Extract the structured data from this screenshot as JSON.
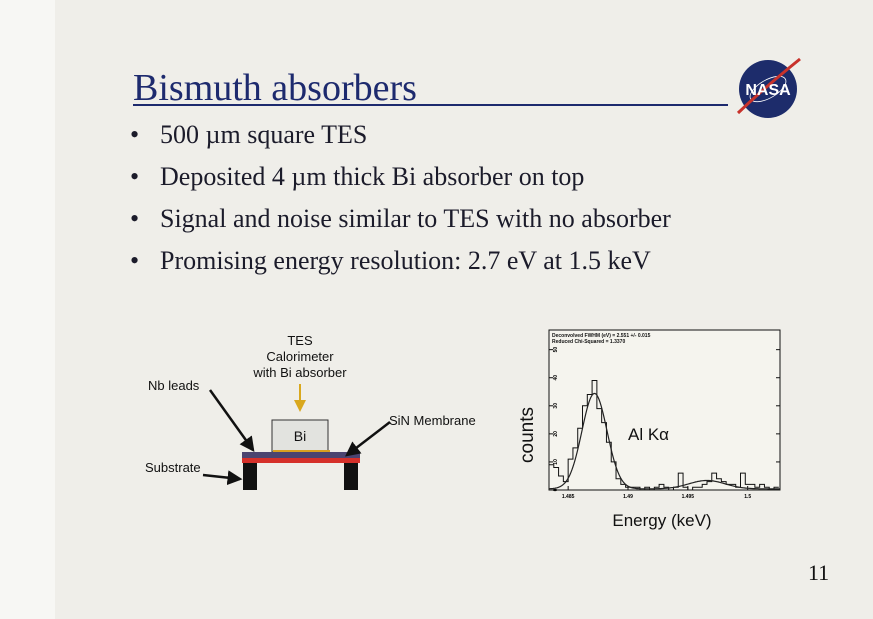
{
  "slide": {
    "title": "Bismuth absorbers",
    "bullets": [
      "500 µm square TES",
      "Deposited 4 µm thick Bi absorber on top",
      "Signal and noise similar to TES with no absorber",
      "Promising energy resolution: 2.7 eV at 1.5 keV"
    ],
    "logo_text": "NASA",
    "page_number": "11"
  },
  "diagram": {
    "top_label_1": "TES",
    "top_label_2": "Calorimeter",
    "top_label_3": "with Bi absorber",
    "nb_leads": "Nb leads",
    "sin_membrane": "SiN Membrane",
    "substrate": "Substrate",
    "absorber": "Bi"
  },
  "chart_data": {
    "type": "bar",
    "title": "",
    "annotation_1": "Deconvolved FWHM (eV) =  2.551 +/- 0.015",
    "annotation_2": "Reduced Chi-Squared =    1.3370",
    "peak_label": "Al Kα",
    "xlabel": "Energy (keV)",
    "ylabel": "counts",
    "xlim": [
      1.4834,
      1.5027
    ],
    "ylim": [
      0,
      57
    ],
    "xticks": [
      "1.485",
      "1.49",
      "1.495",
      "1.5"
    ],
    "xtick_values": [
      1.485,
      1.49,
      1.495,
      1.5
    ],
    "yticks": [
      "0",
      "10",
      "20",
      "30",
      "40",
      "50"
    ],
    "ytick_values": [
      0,
      10,
      20,
      30,
      40,
      50
    ],
    "bin_start": 1.4834,
    "bin_width": 0.0004,
    "counts": [
      9,
      8,
      5,
      3,
      11,
      15,
      22,
      30,
      34,
      39,
      29,
      24,
      17,
      10,
      4,
      2,
      1,
      1,
      1,
      0,
      1,
      0,
      1,
      2,
      1,
      0,
      1,
      6,
      1,
      0,
      1,
      1,
      2,
      3,
      6,
      4,
      3,
      2,
      2,
      1,
      6,
      2,
      2,
      1,
      2,
      1,
      0,
      1
    ],
    "fit": {
      "center": 1.4872,
      "sigma": 0.00105,
      "amplitude": 34,
      "secondary_center": 1.4966,
      "secondary_sigma": 0.0015,
      "secondary_amplitude": 3
    },
    "colors": {
      "histogram": "#111111",
      "fit": "#222222",
      "highlight": "#8a2a4a"
    }
  }
}
